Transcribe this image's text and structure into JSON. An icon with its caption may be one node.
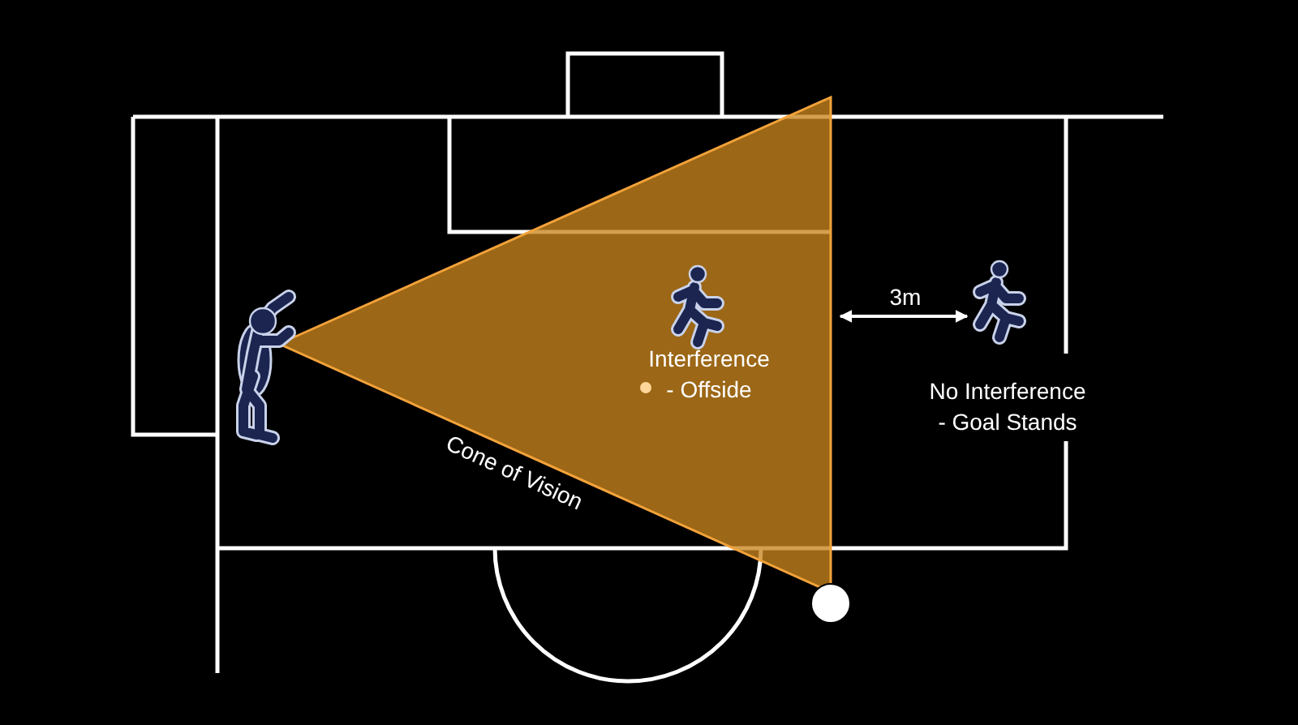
{
  "diagram": {
    "labels": [
      "Interference - Offside",
      "3m",
      "No Interference - Goal Stands",
      "Cone of Vision"
    ]
  }
}
